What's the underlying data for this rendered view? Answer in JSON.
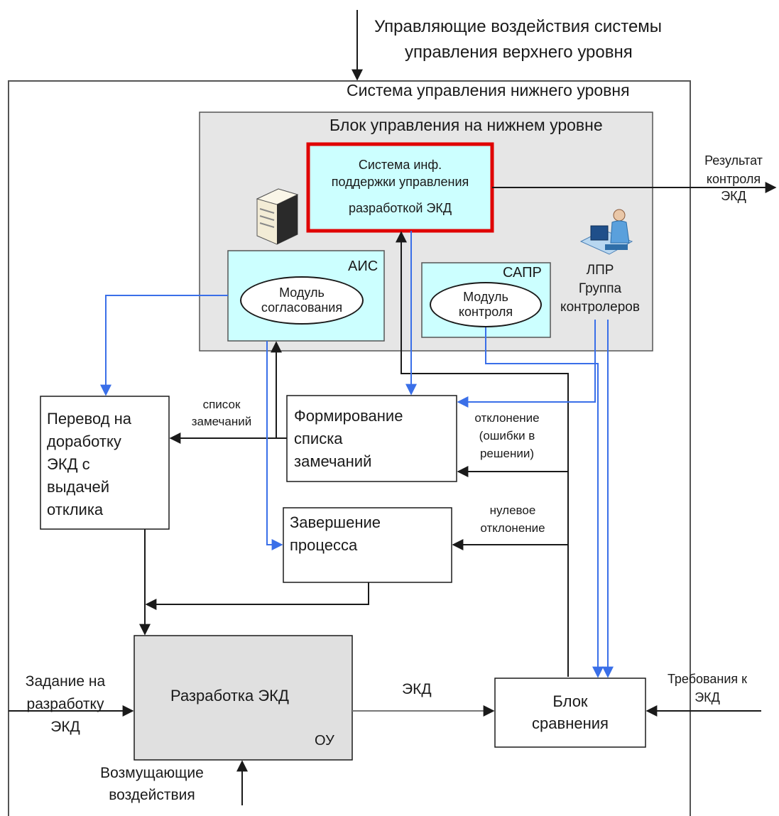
{
  "top_input": {
    "line1": "Управляющие воздействия системы",
    "line2": "управления верхнего уровня"
  },
  "outer_system": {
    "title": "Система управления нижнего уровня"
  },
  "control_block": {
    "title": "Блок управления на нижнем уровне"
  },
  "info_system": {
    "line1": "Система  инф.",
    "line2": "поддержки управления",
    "line3": "разработкой ЭКД",
    "border_color": "#e00000",
    "fill": "#ccffff"
  },
  "ais": {
    "label": "АИС",
    "module": "Модуль\nсогласования"
  },
  "sapr": {
    "label": "САПР",
    "module": "Модуль\nконтроля"
  },
  "lpr": {
    "line1": "ЛПР",
    "line2": "Группа",
    "line3": "контролеров"
  },
  "result_output": {
    "line1": "Результат",
    "line2": "контроля",
    "line3": "ЭКД"
  },
  "rework_box": {
    "text": "Перевод на\nдоработку\nЭКД с\nвыдачей\nотклика"
  },
  "remarks_box": {
    "text": "Формирование\nсписка\nзамечаний"
  },
  "completion_box": {
    "text": "Завершение\nпроцесса"
  },
  "develop_box": {
    "title": "Разработка ЭКД",
    "corner": "ОУ",
    "fill": "#e0e0e0"
  },
  "compare_box": {
    "text": "Блок\nсравнения"
  },
  "labels": {
    "remarks_list": "список\nзамечаний",
    "deviation": "отклонение\n(ошибки в\nрешении)",
    "zero_deviation": "нулевое\nотклонение",
    "ekd": "ЭКД",
    "task_input": "Задание на\nразработку\nЭКД",
    "requirements": "Требования к\nЭКД",
    "disturbances": "Возмущающие\nвоздействия"
  },
  "colors": {
    "blue_line": "#3a6fe8",
    "black_line": "#1a1a1a",
    "grey_fill": "#e6e6e6"
  },
  "icons": [
    "server-icon",
    "operator-at-computer-icon"
  ]
}
